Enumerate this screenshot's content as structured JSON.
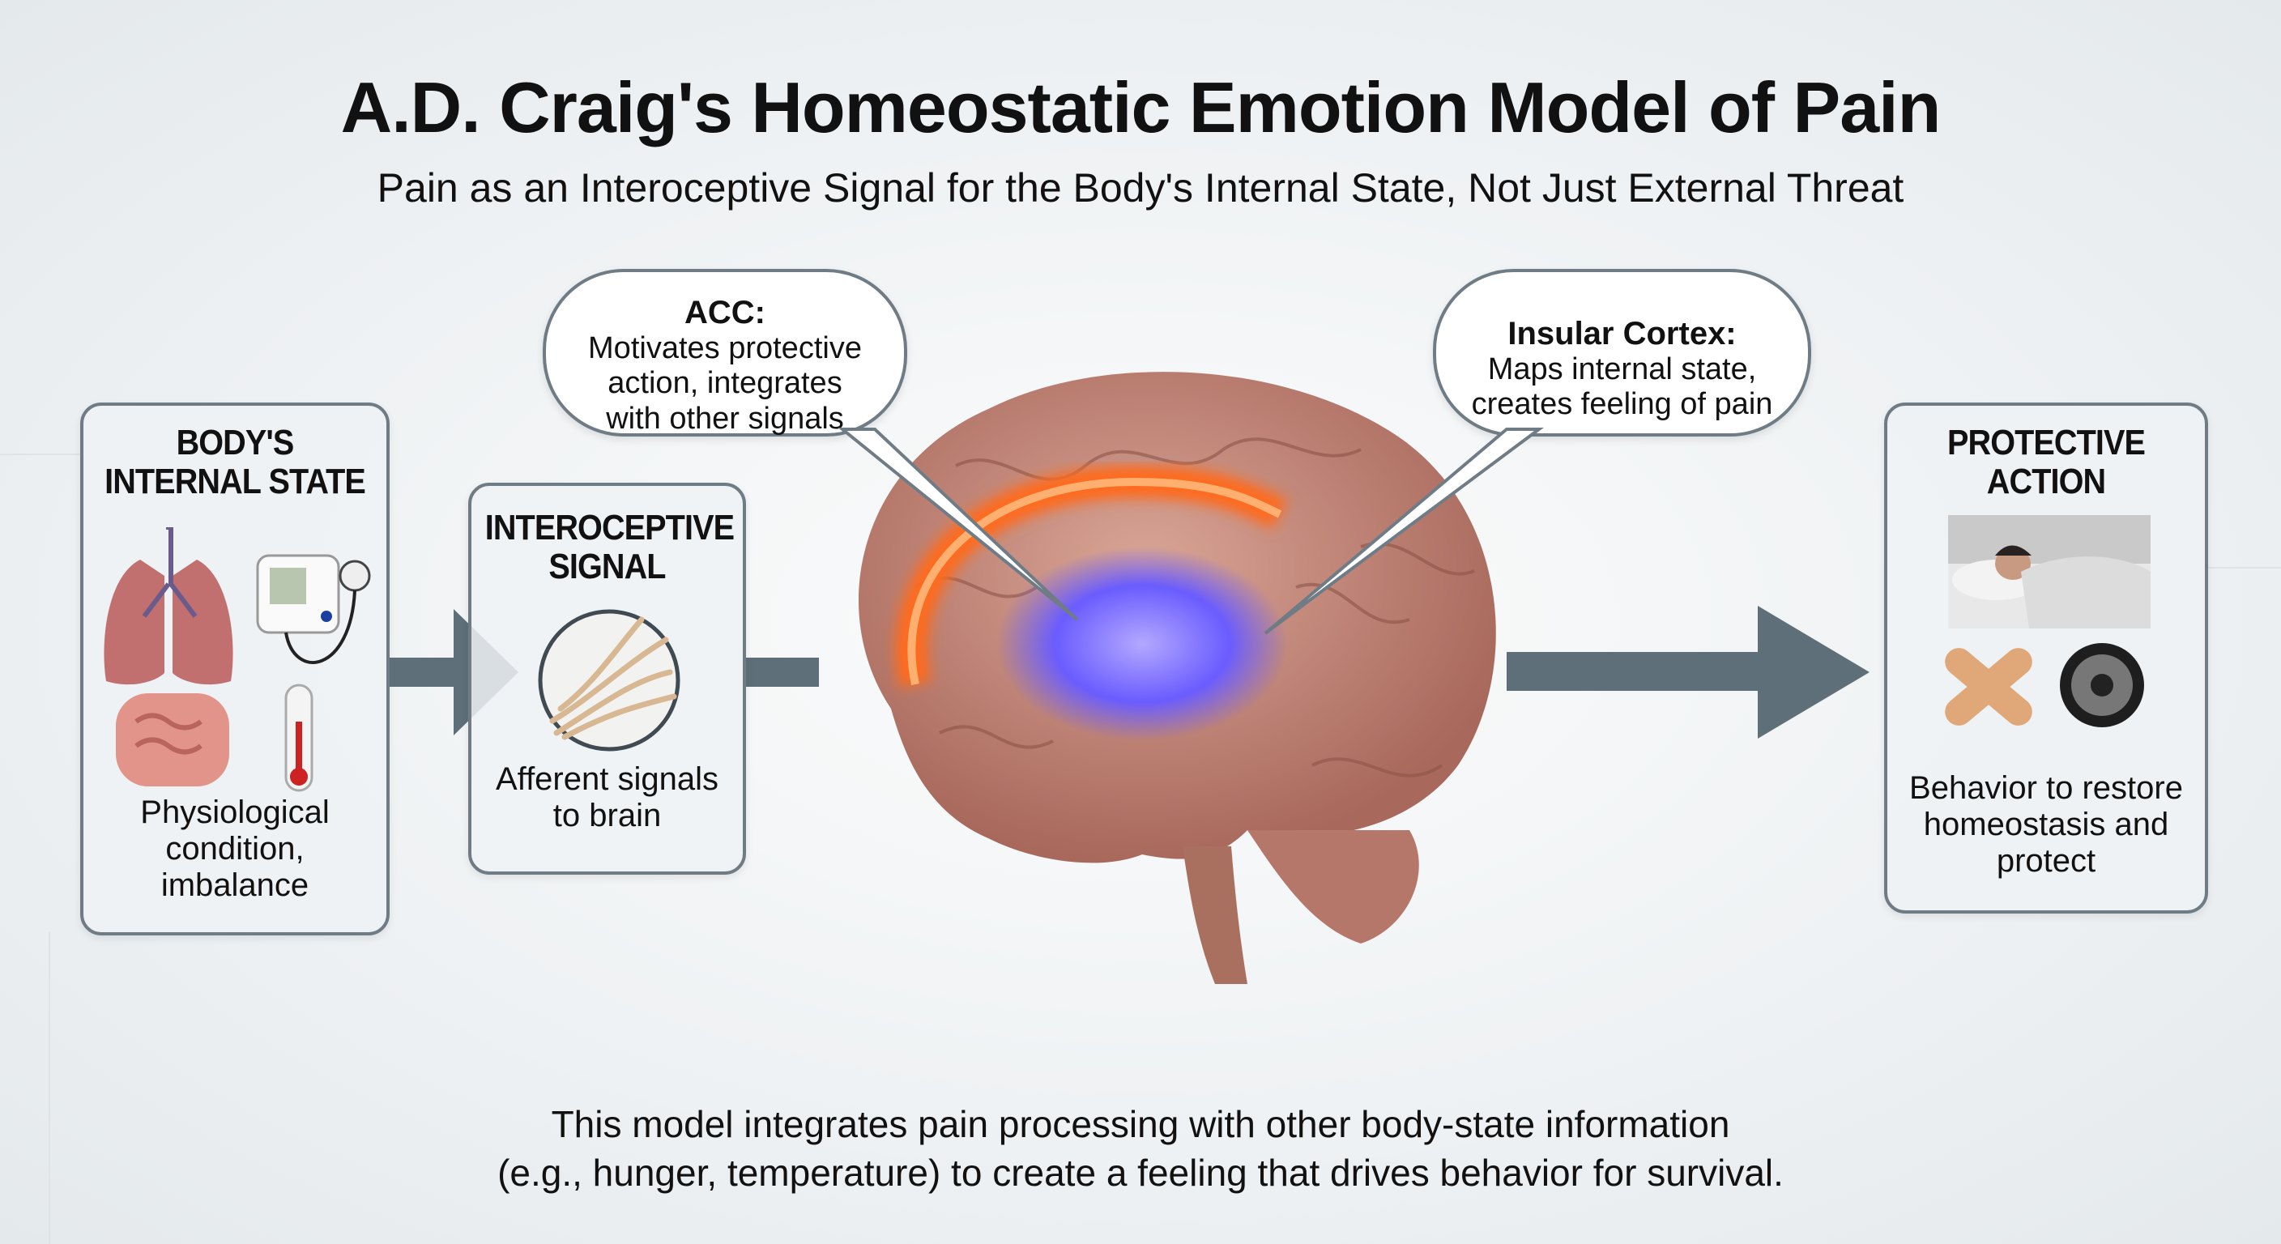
{
  "title": "A.D. Craig's Homeostatic Emotion Model of Pain",
  "subtitle": "Pain as an Interoceptive Signal for the Body's Internal State, Not Just External Threat",
  "body_state": {
    "heading_1": "BODY'S",
    "heading_2": "INTERNAL STATE",
    "desc_1": "Physiological",
    "desc_2": "condition,",
    "desc_3": "imbalance"
  },
  "signal": {
    "heading_1": "INTEROCEPTIVE",
    "heading_2": "SIGNAL",
    "desc_1": "Afferent signals",
    "desc_2": "to brain"
  },
  "acc": {
    "label": "ACC:",
    "desc_1": "Motivates protective",
    "desc_2": "action, integrates",
    "desc_3": "with other signals"
  },
  "insula": {
    "label": "Insular Cortex:",
    "desc_1": "Maps internal state,",
    "desc_2": "creates feeling of pain"
  },
  "action": {
    "heading_1": "PROTECTIVE",
    "heading_2": "ACTION",
    "desc_1": "Behavior to restore",
    "desc_2": "homeostasis and",
    "desc_3": "protect"
  },
  "footer": {
    "line_1": "This model integrates pain processing with other body-state information",
    "line_2": "(e.g., hunger, temperature) to create a feeling that drives behavior for survival."
  },
  "colors": {
    "arrow": "#5f6f79",
    "border": "#6f7c86",
    "acc_glow": "#ff6a1a",
    "insula_glow": "#6a5cff",
    "brain": "#c98f80"
  }
}
